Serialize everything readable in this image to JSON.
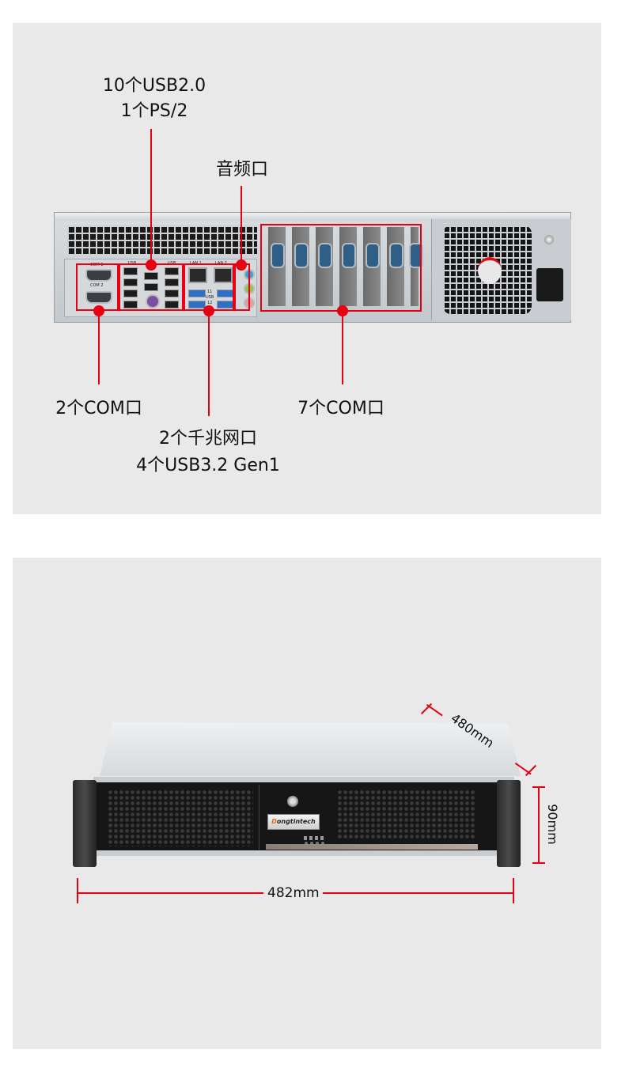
{
  "panels": {
    "rear_view": {
      "callouts": {
        "usb_ps2": {
          "line1": "10个USB2.0",
          "line2": "1个PS/2"
        },
        "audio": "音频口",
        "com_left": "2个COM口",
        "lan_usb3": {
          "line1": "2个千兆网口",
          "line2": "4个USB3.2 Gen1"
        },
        "com_right": "7个COM口"
      },
      "port_labels": {
        "com1": "COM 1",
        "com2": "COM 2",
        "usb_left": "USB",
        "usb_right": "USB",
        "lan1": "LAN 1",
        "lan2": "LAN 2",
        "usb3_11": "11",
        "usb3_12": "12",
        "usb3_label": "USB"
      },
      "expansion_com_count": 7
    },
    "front_view": {
      "brand": "Dongtintech",
      "brand_first_letter": "D",
      "brand_rest": "ongtintech",
      "dimensions": {
        "width": "482mm",
        "depth": "480mm",
        "height": "90mm"
      }
    }
  },
  "colors": {
    "accent_red": "#e60012",
    "panel_bg": "#e9e9e9",
    "page_bg": "#fefefe"
  }
}
